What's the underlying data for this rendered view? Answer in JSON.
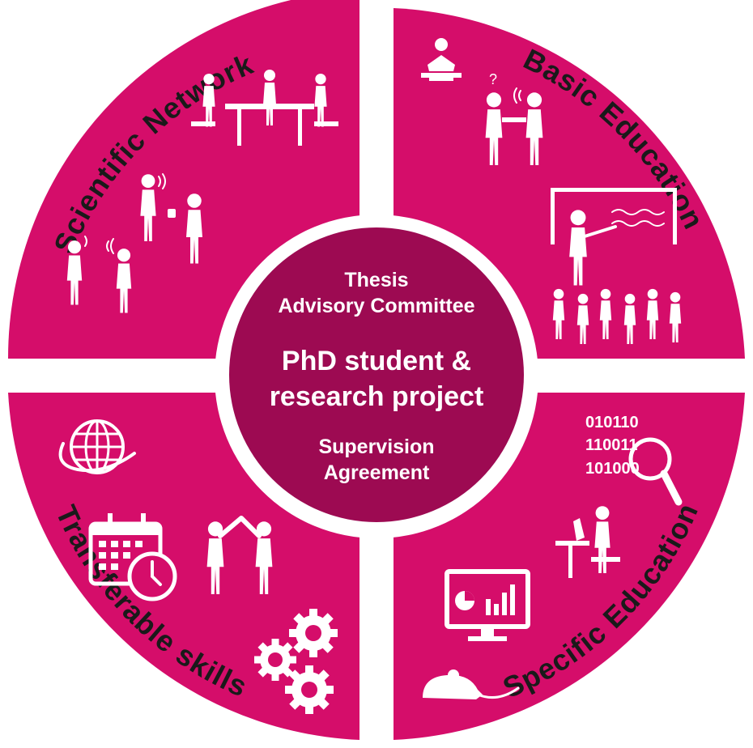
{
  "quadrants": {
    "top_left": "Scientific Network",
    "top_right": "Basic Education",
    "bottom_right": "Specific Education",
    "bottom_left": "Transferable skills"
  },
  "center": {
    "top_line_1": "Thesis",
    "top_line_2": "Advisory Committee",
    "main_line_1": "PhD student &",
    "main_line_2": "research project",
    "bottom_line_1": "Supervision",
    "bottom_line_2": "Agreement"
  },
  "binary": {
    "line_1": "010110",
    "line_2": "110011",
    "line_3": "101000"
  },
  "question_mark": "?",
  "colors": {
    "quadrant": "#d50d6a",
    "center": "#9d0a52",
    "text_dark": "#1a1a1a",
    "text_light": "#ffffff"
  },
  "icons": [
    "meeting-table-icon",
    "talking-group-icon",
    "reading-person-icon",
    "handshake-icon",
    "lecture-icon",
    "globe-icon",
    "calendar-clock-icon",
    "teamwork-icon",
    "gears-icon",
    "magnifier-icon",
    "microscope-icon",
    "monitor-chart-icon",
    "mouse-icon"
  ]
}
